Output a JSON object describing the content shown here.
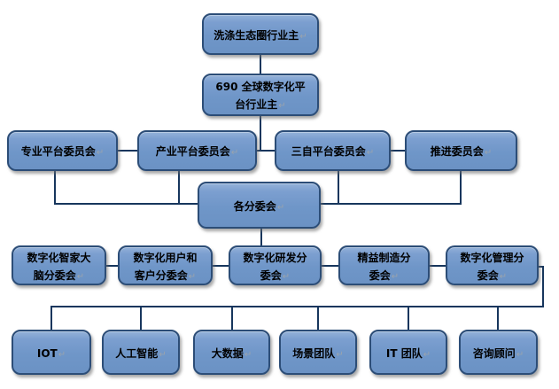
{
  "diagram": {
    "type": "org-chart",
    "return_mark": "↵",
    "colors": {
      "node_fill": "#6f96c8",
      "node_fill_highlight": "#94b2d9",
      "node_border": "#2c4d77",
      "connector_line": "#17365d",
      "text": "#000000",
      "background": "#ffffff"
    },
    "nodes": {
      "industry_owner": "洗涤生态圈行业主",
      "digital_platform_owner": "690 全球数字化平\n台行业主",
      "professional_platform_committee": "专业平台委员会",
      "industry_platform_committee": "产业平台委员会",
      "sanzi_platform_committee": "三自平台委员会",
      "promotion_committee": "推进委员会",
      "sub_committees": "各分委会",
      "smart_home_brain_sub": "数字化智家大\n脑分委会",
      "user_customer_sub": "数字化用户和\n客户分委会",
      "rd_sub": "数字化研发分\n委会",
      "lean_manufacturing_sub": "精益制造分\n委会",
      "management_sub": "数字化管理分\n委会",
      "iot": "IOT",
      "ai": "人工智能",
      "big_data": "大数据",
      "scenario_team": "场景团队",
      "it_team": "IT 团队",
      "consultant": "咨询顾问"
    },
    "hierarchy": [
      {
        "parent": "洗涤生态圈行业主",
        "children": [
          "690 全球数字化平台行业主"
        ]
      },
      {
        "parent": "690 全球数字化平台行业主",
        "children": [
          "专业平台委员会",
          "产业平台委员会",
          "三自平台委员会",
          "推进委员会"
        ]
      },
      {
        "parent": "专业平台委员会 / 产业平台委员会 / 三自平台委员会 / 推进委员会",
        "children": [
          "各分委会"
        ]
      },
      {
        "parent": "各分委会",
        "children": [
          "数字化智家大脑分委会",
          "数字化用户和客户分委会",
          "数字化研发分委会",
          "精益制造分委会",
          "数字化管理分委会"
        ]
      },
      {
        "parent": "数字化管理分委会",
        "children": [
          "IOT",
          "人工智能",
          "大数据",
          "场景团队",
          "IT 团队",
          "咨询顾问"
        ]
      }
    ]
  }
}
